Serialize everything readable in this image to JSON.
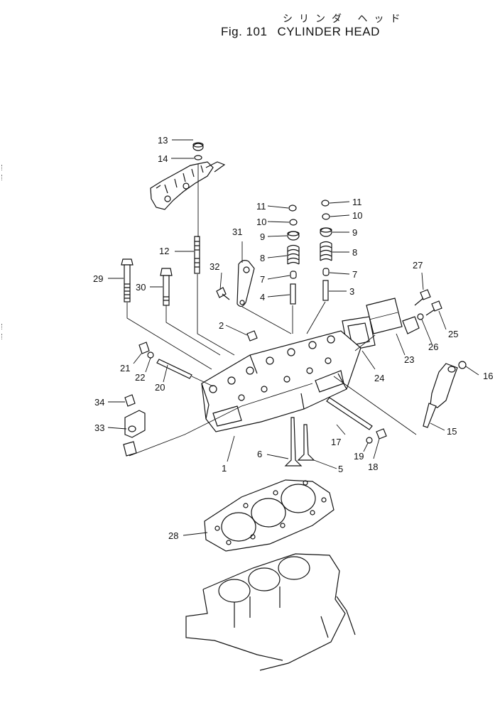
{
  "header": {
    "japanese_title": "シリンダ ヘッド",
    "figure_label": "Fig. 101",
    "title": "CYLINDER HEAD"
  },
  "callouts": [
    "1",
    "2",
    "3",
    "4",
    "5",
    "6",
    "7",
    "7",
    "8",
    "8",
    "9",
    "9",
    "10",
    "10",
    "11",
    "11",
    "12",
    "13",
    "14",
    "15",
    "16",
    "17",
    "18",
    "19",
    "20",
    "21",
    "22",
    "23",
    "24",
    "25",
    "26",
    "27",
    "28",
    "29",
    "30",
    "31",
    "32",
    "33",
    "34"
  ]
}
